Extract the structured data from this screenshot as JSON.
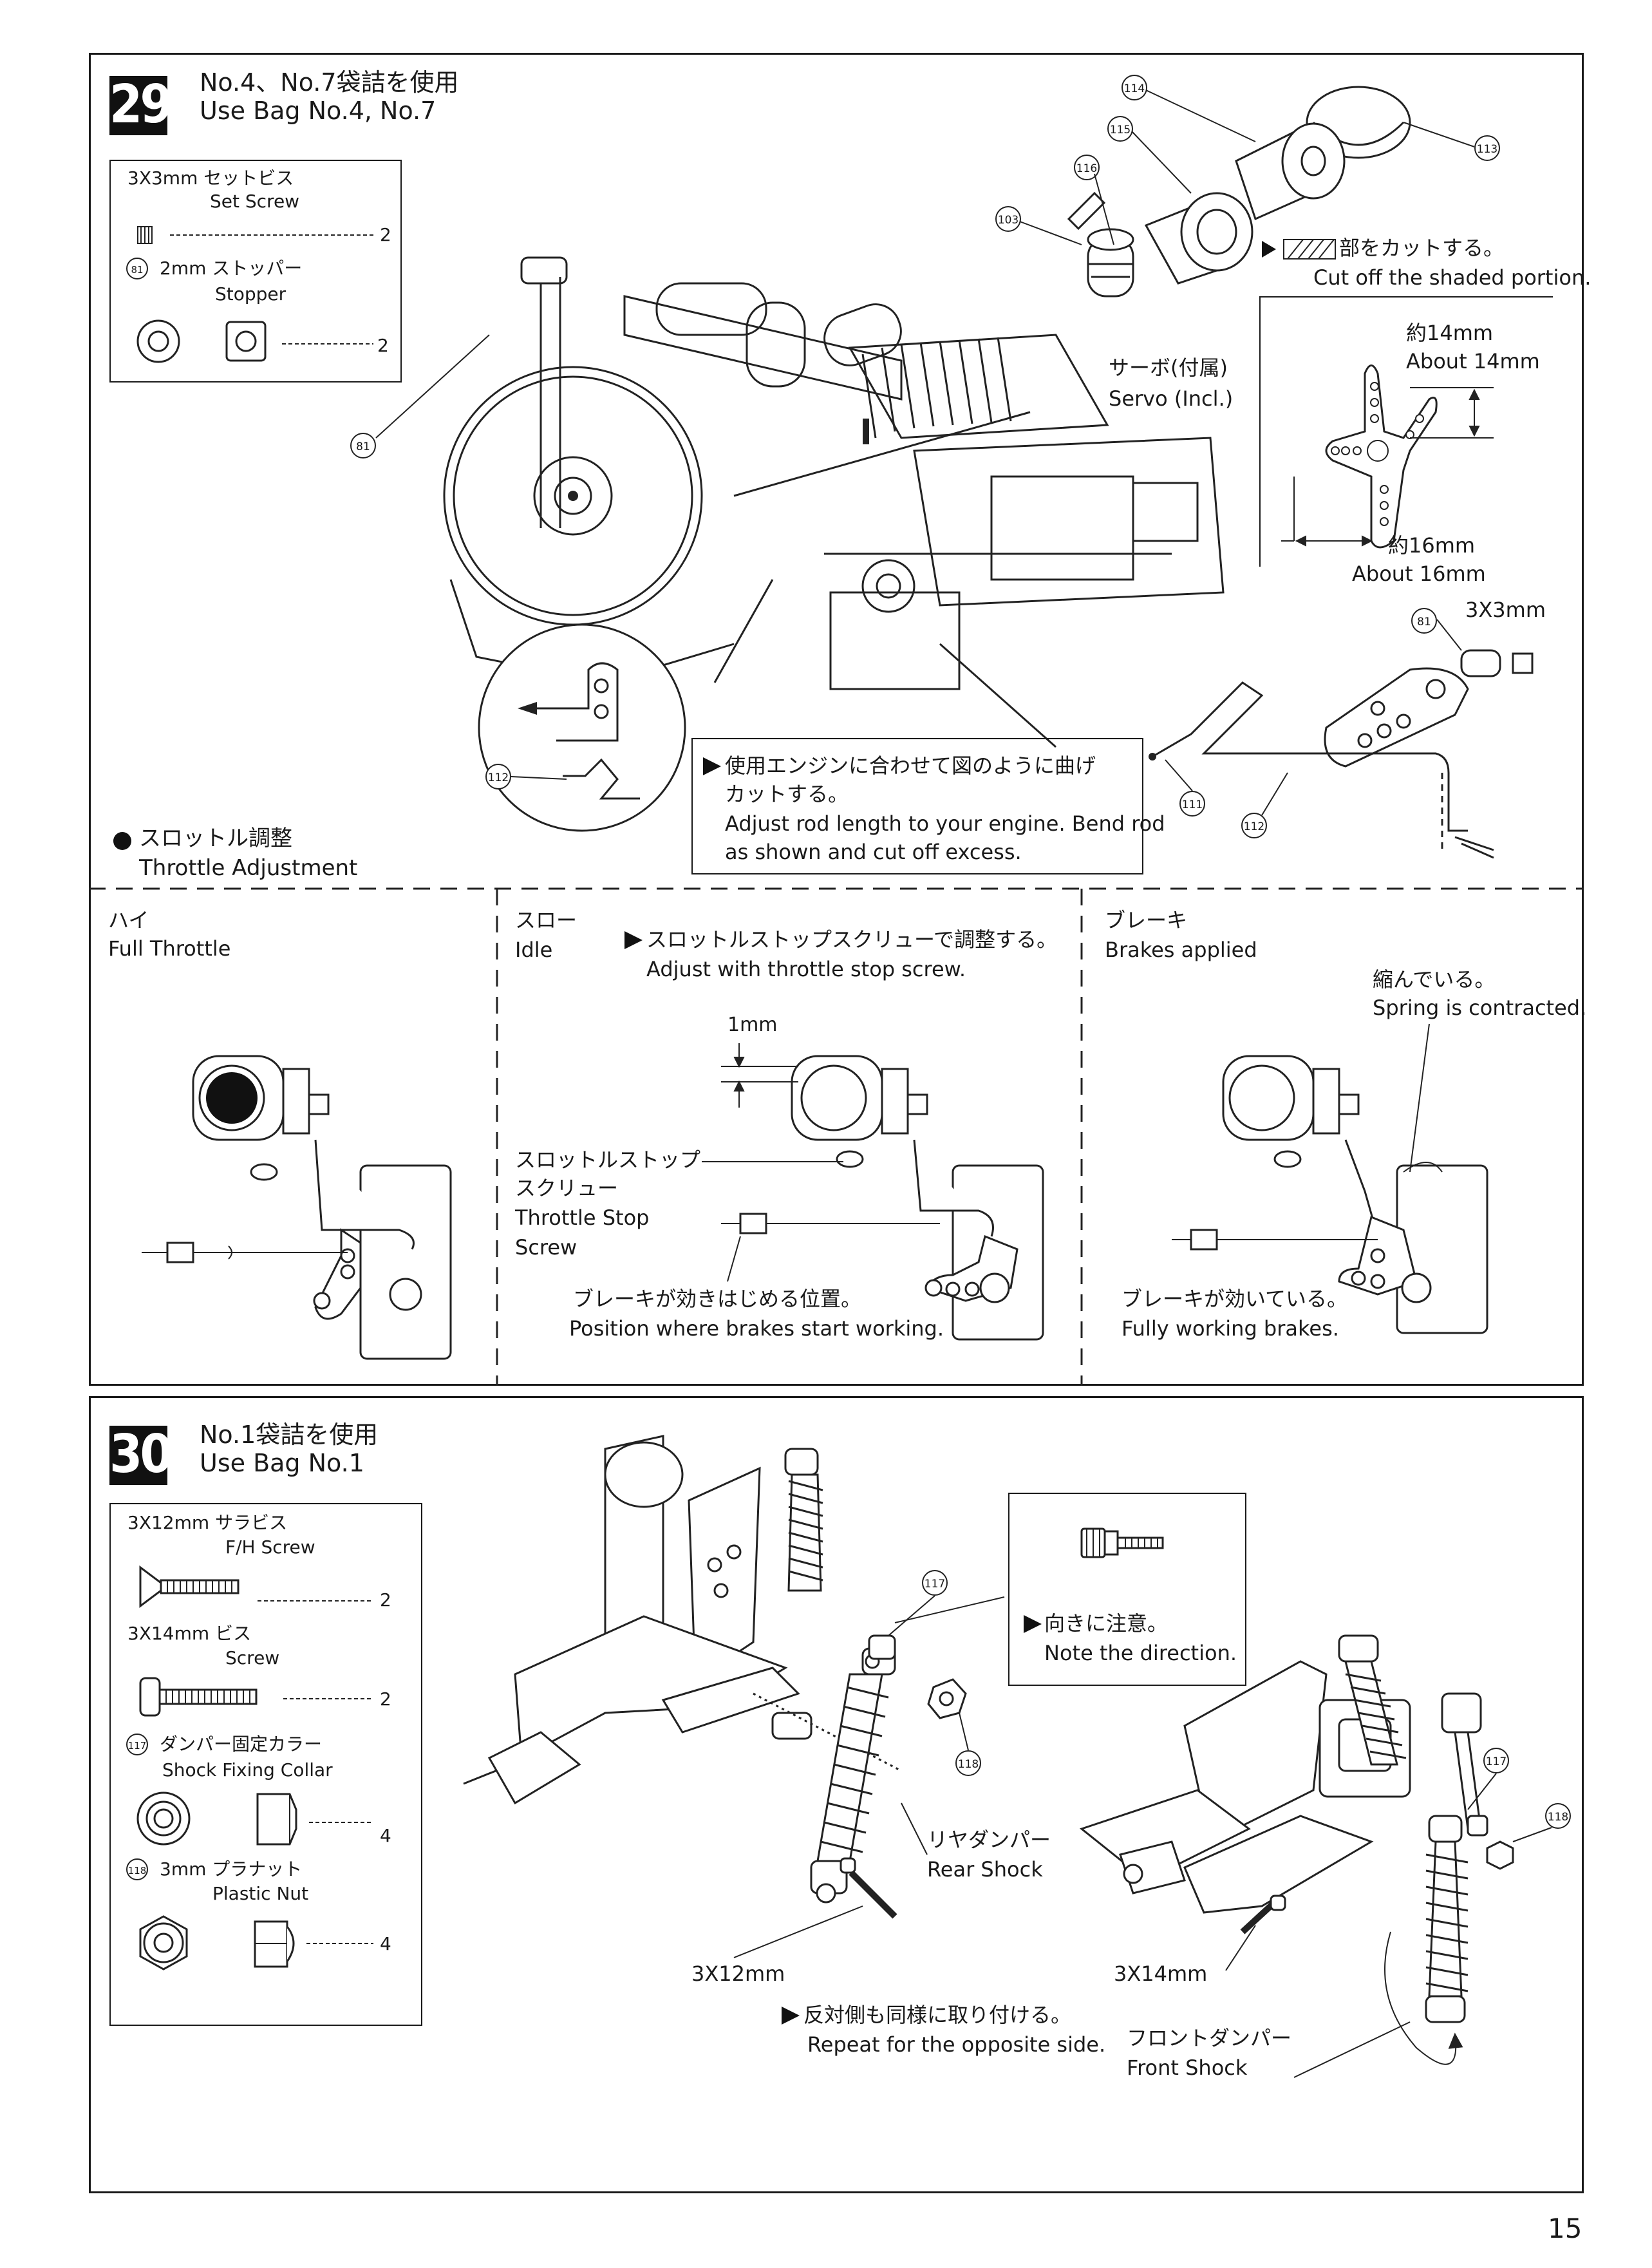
{
  "page_number": "15",
  "step29": {
    "number": "29",
    "bag_jp": "No.4、No.7袋詰を使用",
    "bag_en": "Use Bag No.4, No.7",
    "parts": {
      "setscrew_jp": "3X3mm セットビス",
      "setscrew_en": "Set Screw",
      "setscrew_qty": "2",
      "stopper_id": "81",
      "stopper_jp": "2mm ストッパー",
      "stopper_en": "Stopper",
      "stopper_qty": "2"
    },
    "cut_jp": "部をカットする。",
    "cut_en": "Cut off the shaded portion.",
    "servo_jp": "サーボ(付属)",
    "servo_en": "Servo (Incl.)",
    "dim1_jp": "約14mm",
    "dim1_en": "About 14mm",
    "dim2_jp": "約16mm",
    "dim2_en": "About 16mm",
    "screw_label": "3X3mm",
    "rod_jp1": "使用エンジンに合わせて図のように曲げ",
    "rod_jp2": "カットする。",
    "rod_en1": "Adjust rod length to your engine. Bend rod",
    "rod_en2": "as shown and cut off excess.",
    "throttle_jp": "スロットル調整",
    "throttle_en": "Throttle Adjustment",
    "callouts": [
      "114",
      "115",
      "116",
      "103",
      "113",
      "81",
      "112",
      "81",
      "111",
      "112"
    ],
    "panels": {
      "high_jp": "ハイ",
      "high_en": "Full Throttle",
      "slow_jp": "スロー",
      "slow_en": "Idle",
      "slow_note_jp": "スロットルストップスクリューで調整する。",
      "slow_note_en": "Adjust with throttle stop screw.",
      "gap": "1mm",
      "stop_screw_jp1": "スロットルストップ",
      "stop_screw_jp2": "スクリュー",
      "stop_screw_en1": "Throttle Stop",
      "stop_screw_en2": "Screw",
      "brake_start_jp": "ブレーキが効きはじめる位置。",
      "brake_start_en": "Position where brakes start working.",
      "brake_jp": "ブレーキ",
      "brake_en": "Brakes applied",
      "spring_jp": "縮んでいる。",
      "spring_en": "Spring is contracted.",
      "brake_full_jp": "ブレーキが効いている。",
      "brake_full_en": "Fully working brakes."
    }
  },
  "step30": {
    "number": "30",
    "bag_jp": "No.1袋詰を使用",
    "bag_en": "Use Bag No.1",
    "parts": {
      "fh_jp": "3X12mm サラビス",
      "fh_en": "F/H Screw",
      "fh_qty": "2",
      "screw_jp": "3X14mm ビス",
      "screw_en": "Screw",
      "screw_qty": "2",
      "collar_id": "117",
      "collar_jp": "ダンパー固定カラー",
      "collar_en": "Shock Fixing Collar",
      "collar_qty": "4",
      "nut_id": "118",
      "nut_jp": "3mm プラナット",
      "nut_en": "Plastic Nut",
      "nut_qty": "4"
    },
    "direction_jp": "向きに注意。",
    "direction_en": "Note the direction.",
    "rear_jp": "リヤダンパー",
    "rear_en": "Rear Shock",
    "label_12": "3X12mm",
    "label_14": "3X14mm",
    "repeat_jp": "反対側も同様に取り付ける。",
    "repeat_en": "Repeat for the opposite side.",
    "front_jp": "フロントダンパー",
    "front_en": "Front Shock",
    "callouts": [
      "117",
      "118",
      "117",
      "118"
    ]
  }
}
